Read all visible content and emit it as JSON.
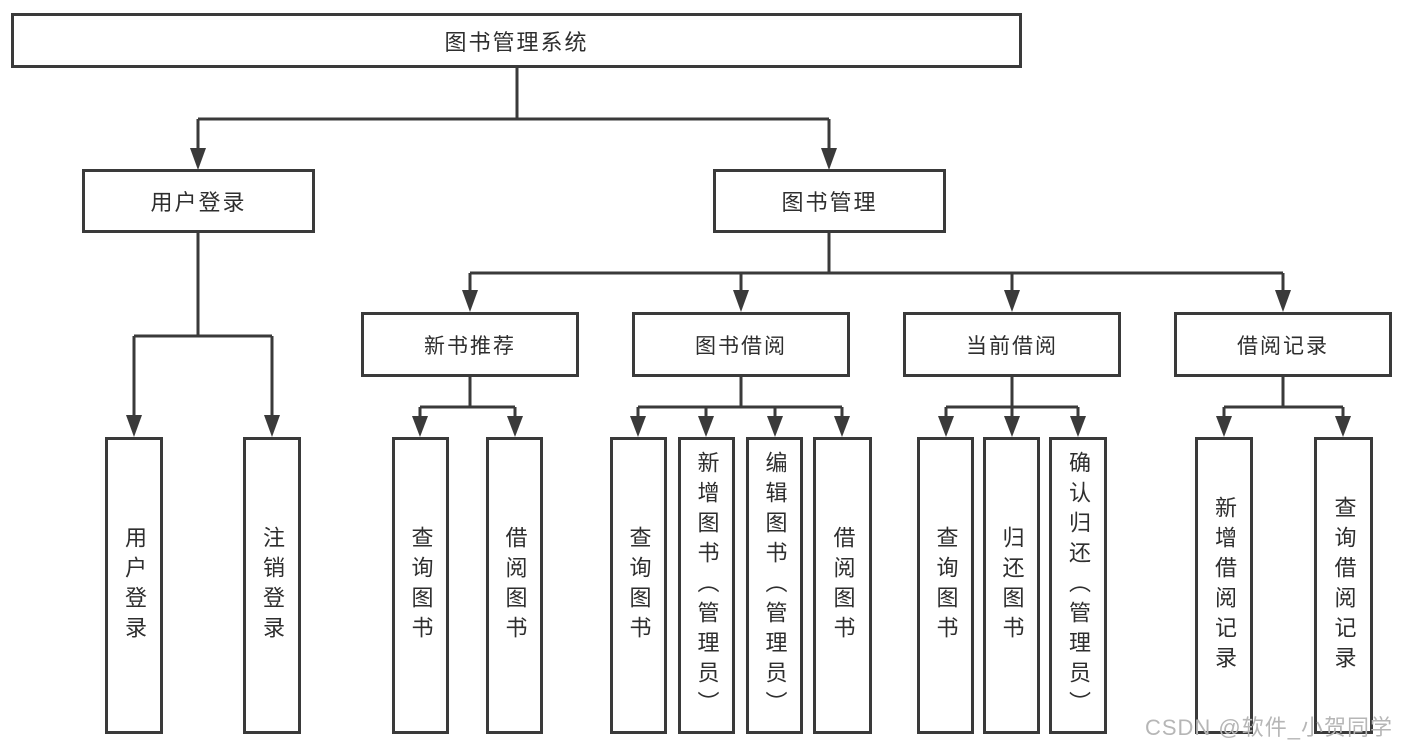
{
  "tree": {
    "root": {
      "label": "图书管理系统",
      "children": [
        {
          "label": "用户登录",
          "children": [
            {
              "label": "用户登录"
            },
            {
              "label": "注销登录"
            }
          ]
        },
        {
          "label": "图书管理",
          "children": [
            {
              "label": "新书推荐",
              "children": [
                {
                  "label": "查询图书"
                },
                {
                  "label": "借阅图书"
                }
              ]
            },
            {
              "label": "图书借阅",
              "children": [
                {
                  "label": "查询图书"
                },
                {
                  "label": "新增图书（管理员）"
                },
                {
                  "label": "编辑图书（管理员）"
                },
                {
                  "label": "借阅图书"
                }
              ]
            },
            {
              "label": "当前借阅",
              "children": [
                {
                  "label": "查询图书"
                },
                {
                  "label": "归还图书"
                },
                {
                  "label": "确认归还（管理员）"
                }
              ]
            },
            {
              "label": "借阅记录",
              "children": [
                {
                  "label": "新增借阅记录"
                },
                {
                  "label": "查询借阅记录"
                }
              ]
            }
          ]
        }
      ]
    }
  },
  "watermark": "CSDN @软件_小贺同学",
  "colors": {
    "line": "#3a3a3a",
    "text": "#2e2e2e",
    "background": "#ffffff",
    "watermark": "#b6b6b6"
  }
}
